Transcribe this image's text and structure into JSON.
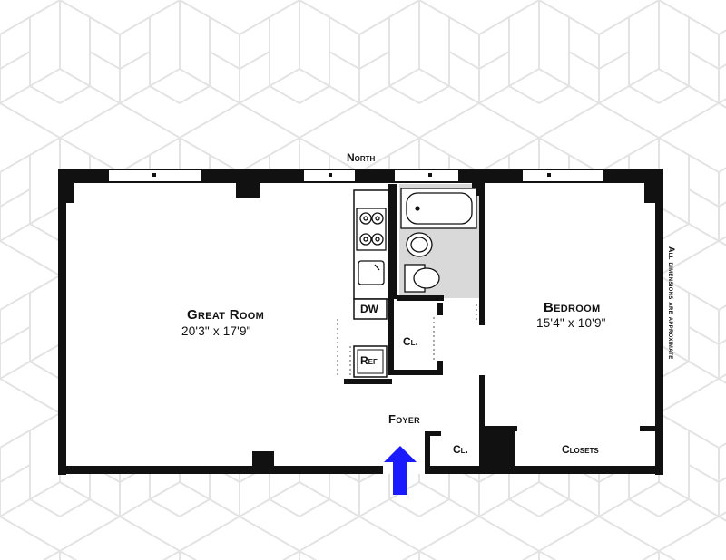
{
  "plan": {
    "compass": "North",
    "note": "All dimensions are approximate",
    "rooms": {
      "great_room": {
        "name": "Great Room",
        "dims": "20'3\"  x  17'9\""
      },
      "bedroom": {
        "name": "Bedroom",
        "dims": "15'4\" x 10'9\""
      },
      "foyer": {
        "name": "Foyer"
      },
      "closet_a": {
        "name": "Cl."
      },
      "closet_b": {
        "name": "Cl."
      },
      "closets": {
        "name": "Closets"
      }
    },
    "fixtures": {
      "dishwasher": "DW",
      "refrigerator": "Ref"
    },
    "colors": {
      "wall": "#111111",
      "pattern": "#e3e3e3",
      "bath_floor": "#d9d9d9",
      "entry_arrow": "#1a1aff"
    }
  }
}
